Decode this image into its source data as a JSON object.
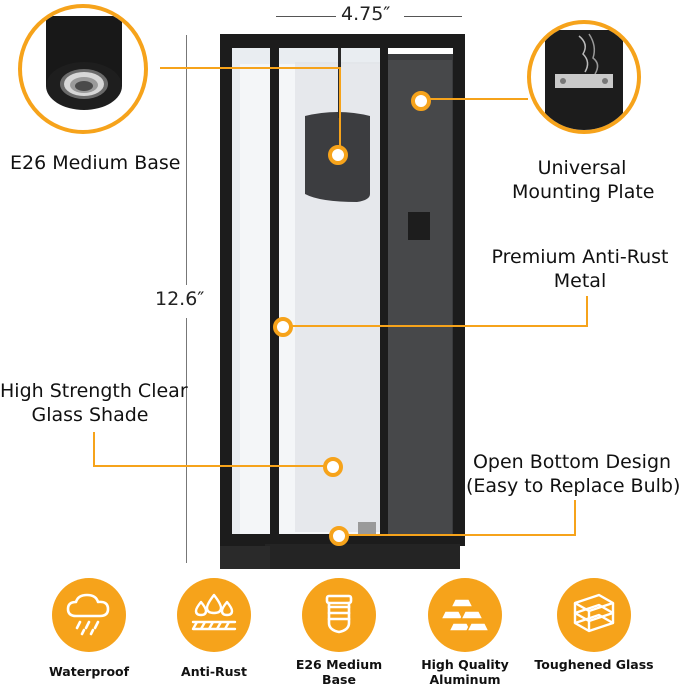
{
  "dimensions": {
    "width_label": "4.75″",
    "height_label": "12.6″"
  },
  "callouts": {
    "socket": "E26 Medium Base",
    "mounting_line1": "Universal",
    "mounting_line2": "Mounting Plate",
    "metal_line1": "Premium Anti-Rust",
    "metal_line2": "Metal",
    "glass_line1": "High Strength Clear",
    "glass_line2": "Glass Shade",
    "bottom_line1": "Open Bottom Design",
    "bottom_line2": "(Easy to Replace Bulb)"
  },
  "features": [
    {
      "icon": "cloud-rain-icon",
      "label": "Waterproof"
    },
    {
      "icon": "drops-shield-icon",
      "label": "Anti-Rust"
    },
    {
      "icon": "bulb-socket-icon",
      "label": "E26 Medium Base"
    },
    {
      "icon": "ingots-icon",
      "label": "High Quality Aluminum"
    },
    {
      "icon": "glass-panes-icon",
      "label": "Toughened Glass"
    }
  ],
  "colors": {
    "accent": "#f6a31b",
    "frame": "#1a1a1a"
  }
}
